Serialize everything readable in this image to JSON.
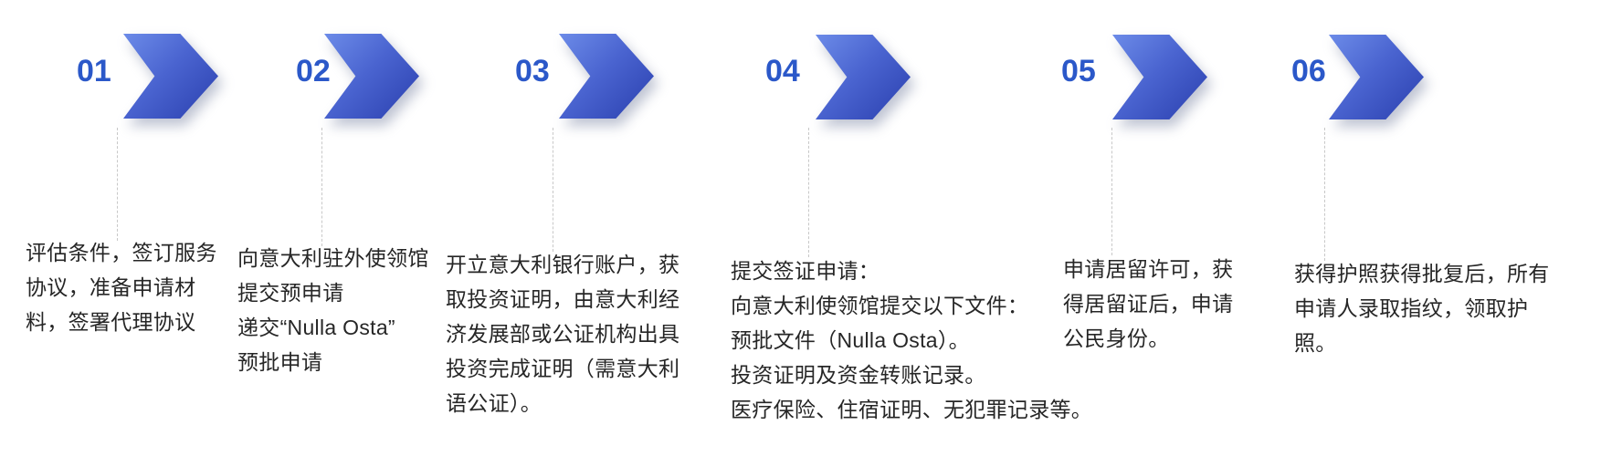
{
  "diagram": {
    "type": "process-flow",
    "orientation": "horizontal",
    "colors": {
      "step_number_blue": "#2b58c9",
      "arrow_gradient_start": "#6c8be8",
      "arrow_gradient_end": "#2a3fae",
      "connector_gray": "#c8c8c8",
      "text_color": "#262626",
      "background": "#ffffff"
    },
    "steps": [
      {
        "number": "01",
        "text": "评估条件，签订服务\n协议，准备申请材\n料，签署代理协议"
      },
      {
        "number": "02",
        "text": "向意大利驻外使领馆\n提交预申请\n递交“Nulla Osta”\n预批申请"
      },
      {
        "number": "03",
        "text": "开立意大利银行账户，获\n取投资证明，由意大利经\n济发展部或公证机构出具\n投资完成证明（需意大利\n语公证）。"
      },
      {
        "number": "04",
        "text": "提交签证申请：\n向意大利使领馆提交以下文件：\n预批文件（Nulla Osta）。\n投资证明及资金转账记录。\n医疗保险、住宿证明、无犯罪记录等。"
      },
      {
        "number": "05",
        "text": "申请居留许可，获\n得居留证后，申请\n公民身份。"
      },
      {
        "number": "06",
        "text": "获得护照获得批复后，所有\n申请人录取指纹，领取护\n照。"
      }
    ]
  }
}
